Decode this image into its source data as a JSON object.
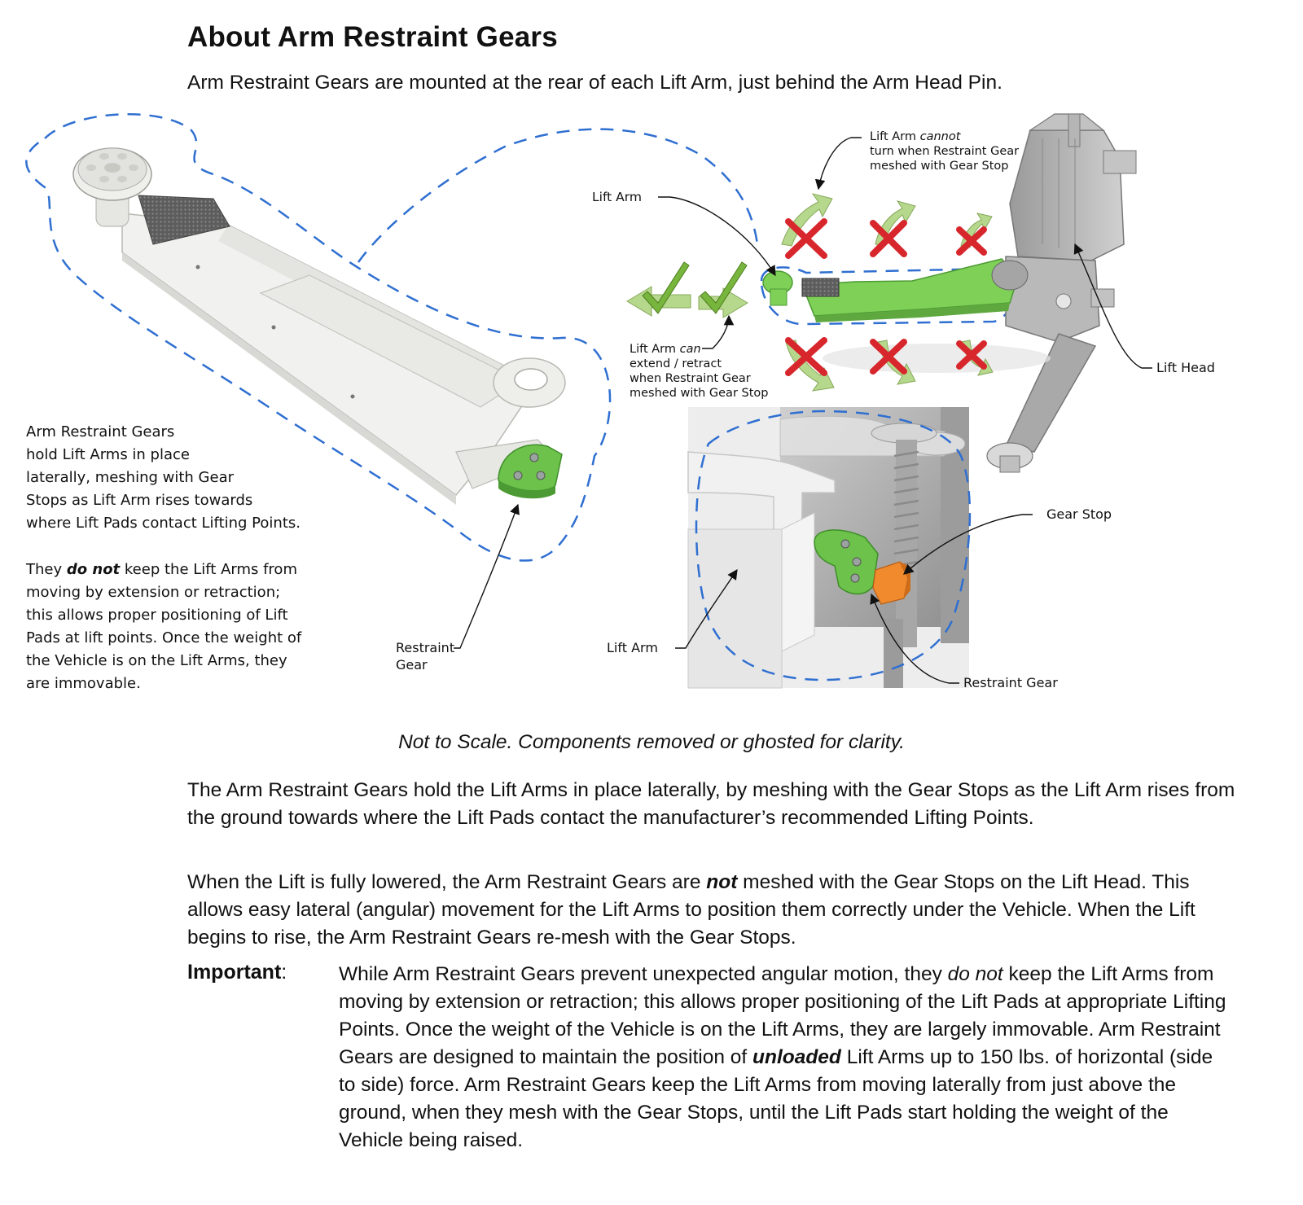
{
  "header": {
    "title": "About Arm Restraint Gears",
    "intro": "Arm Restraint Gears are mounted at the rear of each Lift Arm, just behind the Arm Head Pin."
  },
  "figure": {
    "callouts": {
      "lift_arm_top": "Lift Arm",
      "cannot_1": "Lift Arm ",
      "cannot_em": "cannot",
      "cannot_2": "turn when Restraint Gear",
      "cannot_3": "meshed with Gear Stop",
      "can_1": "Lift Arm ",
      "can_em": "can",
      "can_2": "extend / retract",
      "can_3": "when Restraint Gear",
      "can_4": "meshed with Gear Stop",
      "lift_head": "Lift Head",
      "gear_stop": "Gear Stop",
      "restraint_gear_right": "Restraint Gear",
      "lift_arm_bottom": "Lift Arm",
      "restraint_gear_left_1": "Restraint",
      "restraint_gear_left_2": "Gear"
    },
    "side_text": {
      "p1_lines": [
        "Arm Restraint Gears",
        "hold Lift Arms in place",
        "laterally, meshing with Gear",
        "Stops as Lift Arm rises towards",
        "where Lift Pads contact Lifting Points."
      ],
      "p2_a": "They ",
      "p2_em": "do not",
      "p2_b": " keep the Lift Arms from",
      "p2_lines": [
        "moving by extension or retraction;",
        "this allows proper positioning of Lift",
        "Pads at lift points. Once the weight of",
        "the Vehicle is on the Lift Arms, they",
        "are immovable."
      ]
    },
    "caption": "Not to Scale. Components removed or ghosted for clarity.",
    "colors": {
      "gear_green": "#6cc24a",
      "gear_stop_orange": "#f08a2c",
      "dash_blue": "#2f6fd1",
      "arrow_green": "#9cc46a",
      "cross_red": "#d7262c"
    }
  },
  "body": {
    "para1": "The Arm Restraint Gears hold the Lift Arms in place laterally, by meshing with the Gear Stops as the Lift Arm rises from the ground towards where the Lift Pads contact the manufacturer’s recommended Lifting Points.",
    "para2_a": "When the Lift is fully lowered, the Arm Restraint Gears are ",
    "para2_em": "not",
    "para2_b": " meshed with the Gear Stops on the Lift Head. This allows easy lateral (angular) movement for the Lift Arms to position them correctly under the Vehicle. When the Lift begins to rise, the Arm Restraint Gears re-mesh with the Gear Stops.",
    "important_label": "Important",
    "important_colon": ":",
    "important_a": "While Arm Restraint Gears prevent unexpected angular motion, they ",
    "important_em": "do not",
    "important_b": " keep the Lift Arms from moving by extension or retraction; this allows proper positioning of the Lift Pads at appropriate Lifting Points. Once the weight of the Vehicle is on the Lift Arms, they are largely immovable. Arm Restraint Gears are designed to maintain the position of ",
    "important_strong": "unloaded",
    "important_c": " Lift Arms up to 150 lbs. of horizontal (side to side) force. Arm Restraint Gears keep the Lift Arms from moving laterally from just above the ground, when they mesh with the Gear Stops, until the Lift Pads start holding the weight of the Vehicle being raised."
  }
}
